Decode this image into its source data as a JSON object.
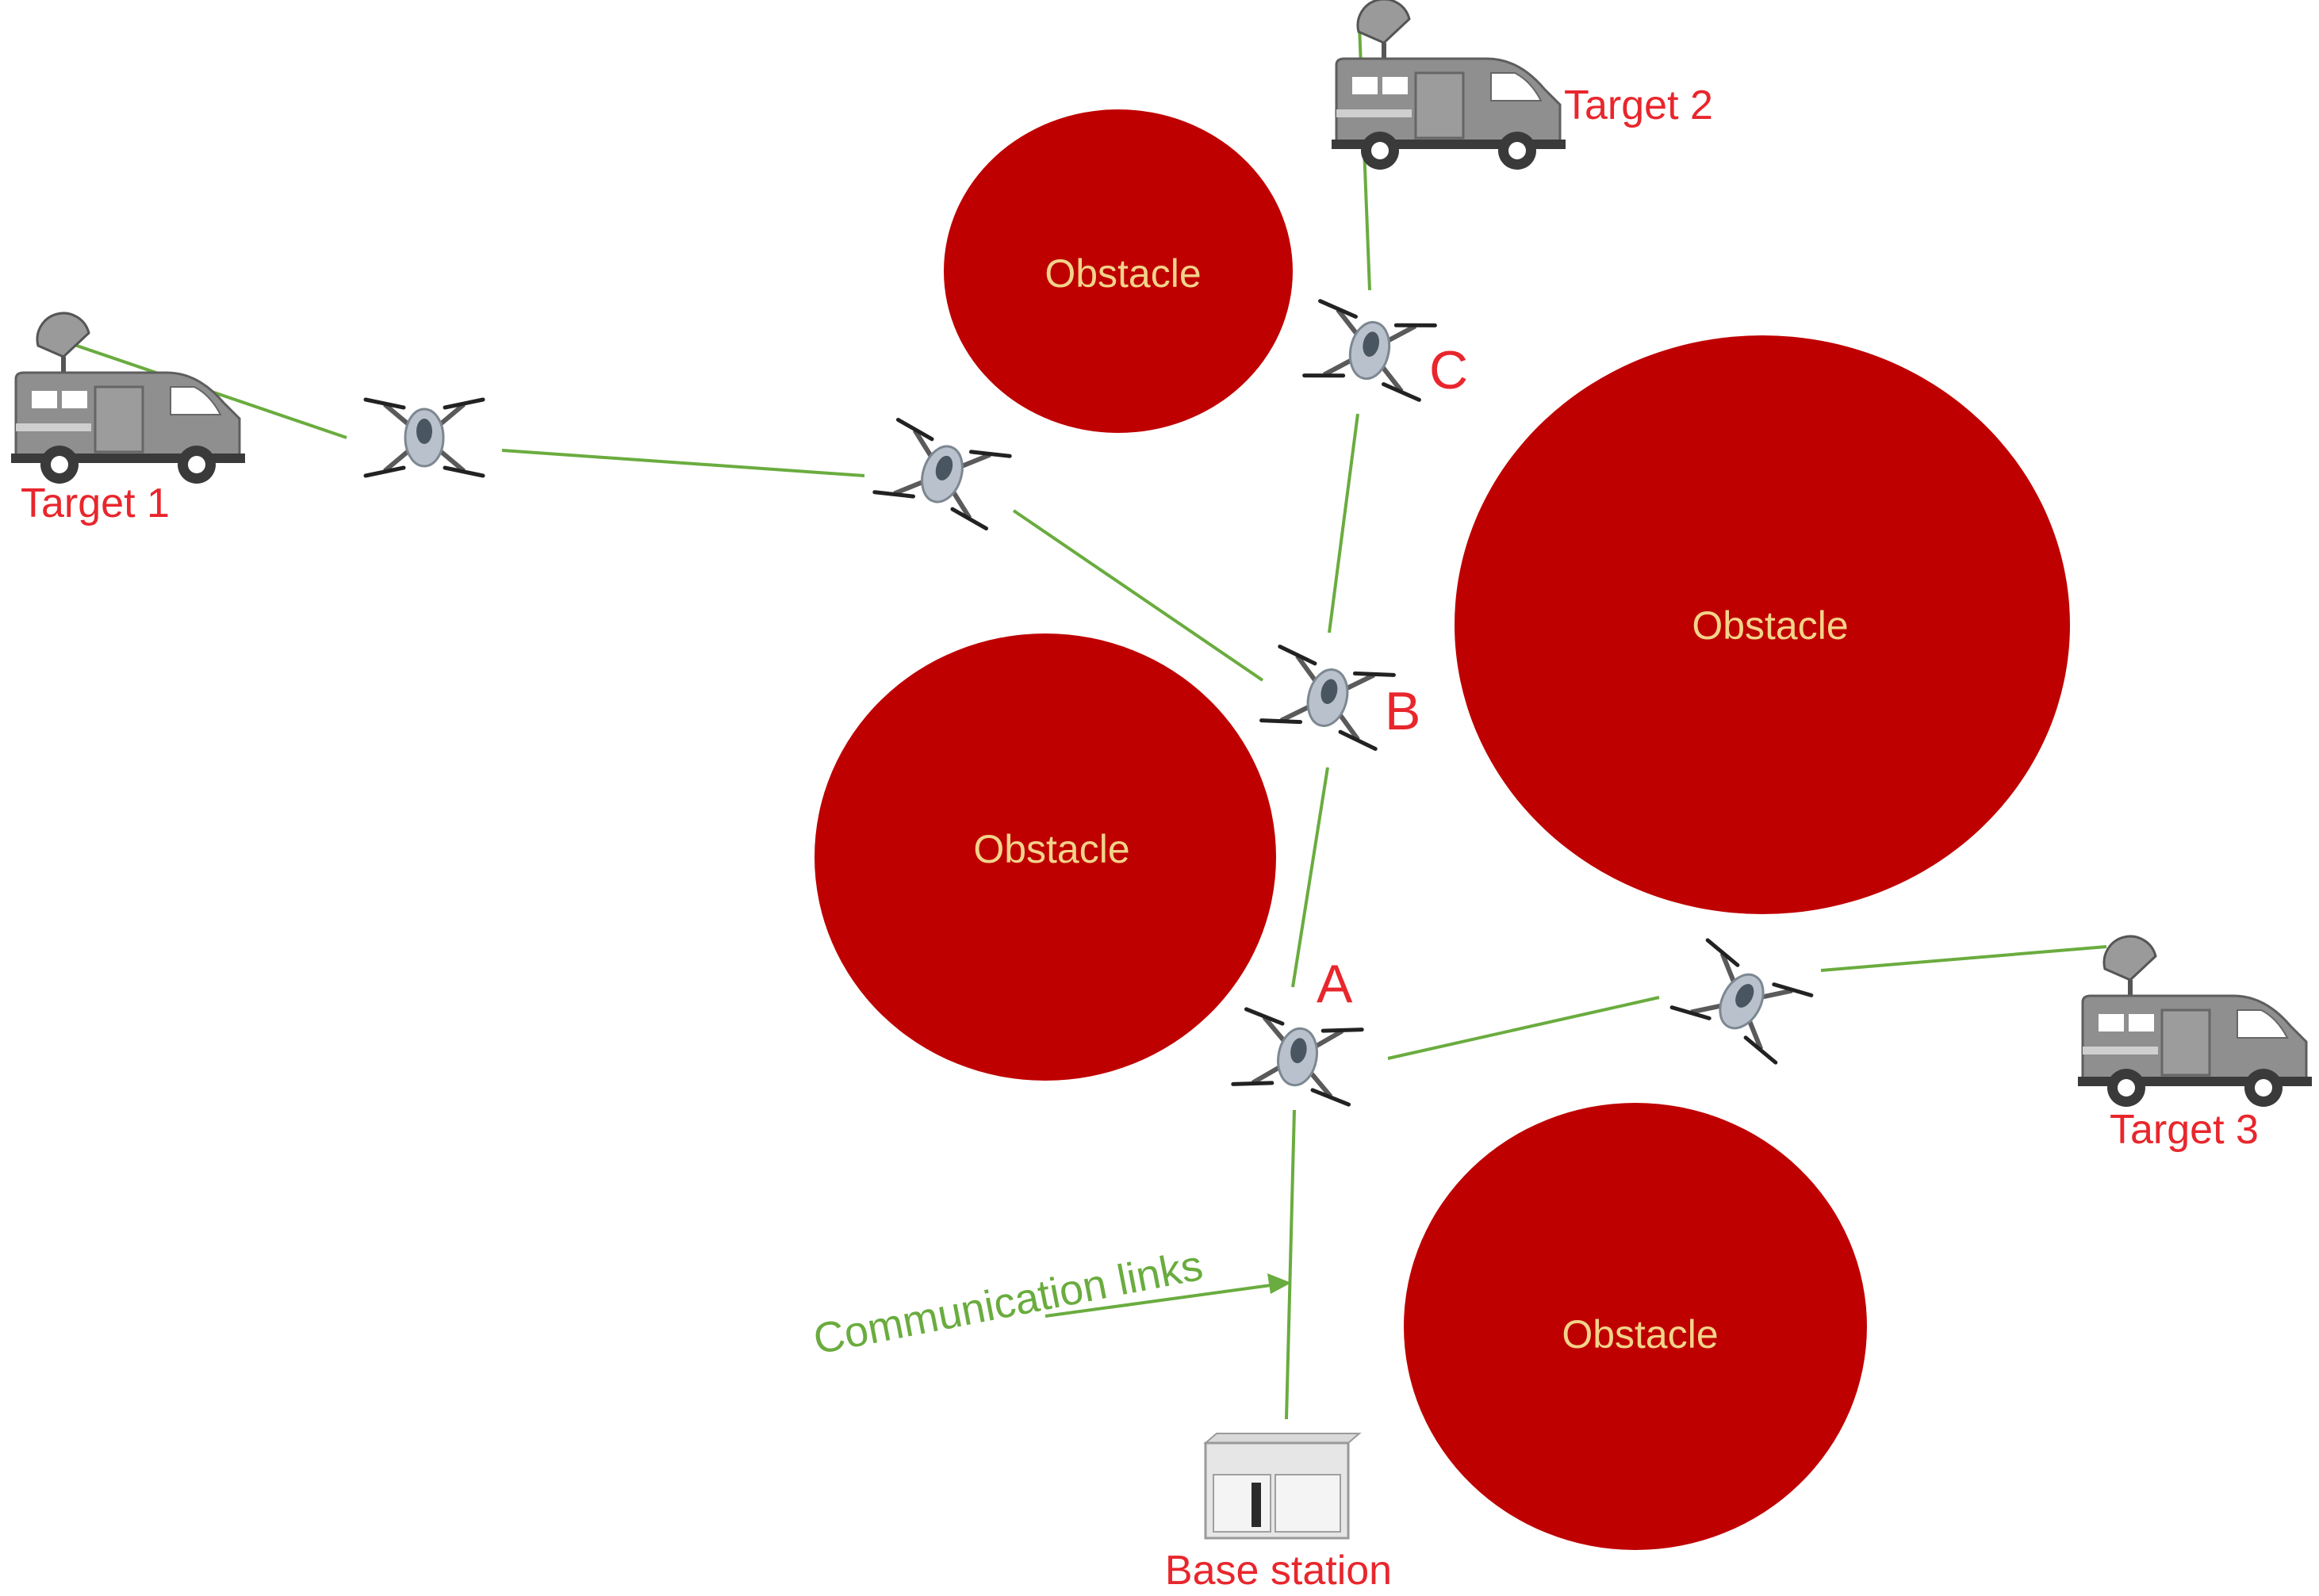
{
  "colors": {
    "background": "#ffffff",
    "obstacle": "#bf0000",
    "obstacle_text": "#f2d38a",
    "label_red": "#e8262c",
    "link_green": "#6aac3f",
    "van_body": "#8f8f8f",
    "drone_body": "#b9c2cc"
  },
  "obstacles": [
    {
      "label": "Obstacle"
    },
    {
      "label": "Obstacle"
    },
    {
      "label": "Obstacle"
    },
    {
      "label": "Obstacle"
    }
  ],
  "targets": [
    {
      "label": "Target 1"
    },
    {
      "label": "Target 2"
    },
    {
      "label": "Target 3"
    }
  ],
  "nodes": {
    "a": "A",
    "b": "B",
    "c": "C"
  },
  "base_station": {
    "label": "Base station"
  },
  "annotation": {
    "label": "Communication links"
  },
  "icons": {
    "drone": "quadcopter-drone-icon",
    "van": "satellite-van-icon",
    "base": "base-station-cabinet-icon"
  }
}
